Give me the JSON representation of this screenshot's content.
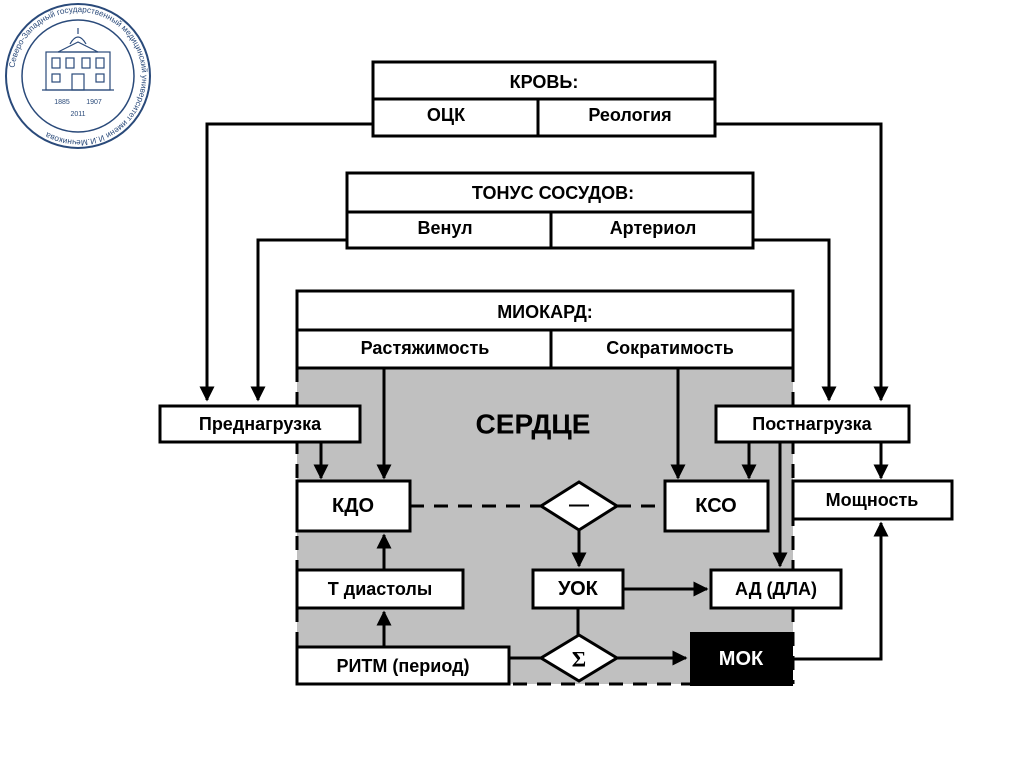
{
  "logo": {
    "ring_text": "Северо-Западный государственный медицинский университет имени И.И.Мечникова",
    "years_left": "1885",
    "years_right": "1907",
    "year_bottom": "2011",
    "color": "#2a4a7a"
  },
  "diagram": {
    "blood": {
      "title": "КРОВЬ:",
      "left": "ОЦК",
      "right": "Реология"
    },
    "vessels": {
      "title": "ТОНУС СОСУДОВ:",
      "left": "Венул",
      "right": "Артериол"
    },
    "myocardium": {
      "title": "МИОКАРД:",
      "left": "Растяжимость",
      "right": "Сократимость"
    },
    "heart_label": "СЕРДЦЕ",
    "preload": "Преднагрузка",
    "afterload": "Постнагрузка",
    "edv": "КДО",
    "esv": "КСО",
    "power": "Мощность",
    "diastole": "Т диастолы",
    "stroke_volume": "УОК",
    "pressure": "АД (ДЛА)",
    "rhythm": "РИТМ (период)",
    "minute_volume": "МОК",
    "minus_symbol": "—",
    "sum_symbol": "Σ",
    "heart_fill": "#c0c0c0",
    "mok_fill": "#000000"
  }
}
